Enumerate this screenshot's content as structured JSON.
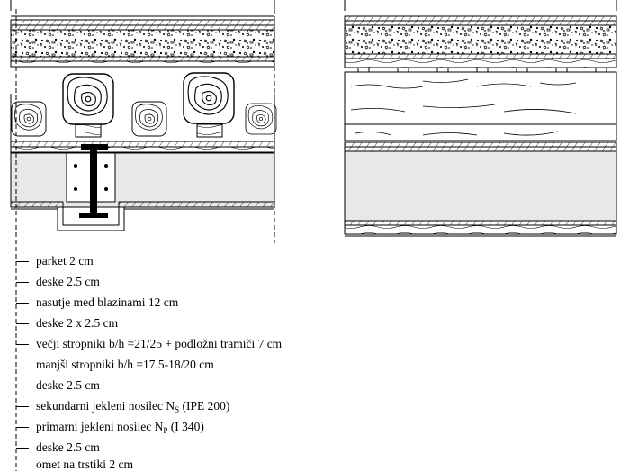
{
  "legend": {
    "items": [
      {
        "id": "parket",
        "text": "parket    2 cm"
      },
      {
        "id": "deske1",
        "text": "deske   2.5 cm"
      },
      {
        "id": "nasutje",
        "text": "nasutje med blazinami 12 cm"
      },
      {
        "id": "deske2",
        "text": "deske 2 x 2.5 cm"
      },
      {
        "id": "vecji",
        "text": "večji stropniki b/h =21/25 + podložni tramiči 7 cm"
      },
      {
        "id": "manjsi",
        "text": "manjši stropniki b/h =17.5-18/20 cm"
      },
      {
        "id": "deske3",
        "text": "deske   2.5 cm"
      },
      {
        "id": "sek_pre",
        "text": "sekundarni jekleni nosilec N",
        "sub": "S",
        "post": " (IPE 200)"
      },
      {
        "id": "prim_pre",
        "text": "primarni jekleni nosilec N",
        "sub": "P",
        "post": " (I 340)"
      },
      {
        "id": "deske4",
        "text": "deske   2.5 cm"
      },
      {
        "id": "omet",
        "text": "omet na trstiki 2 cm"
      }
    ]
  }
}
